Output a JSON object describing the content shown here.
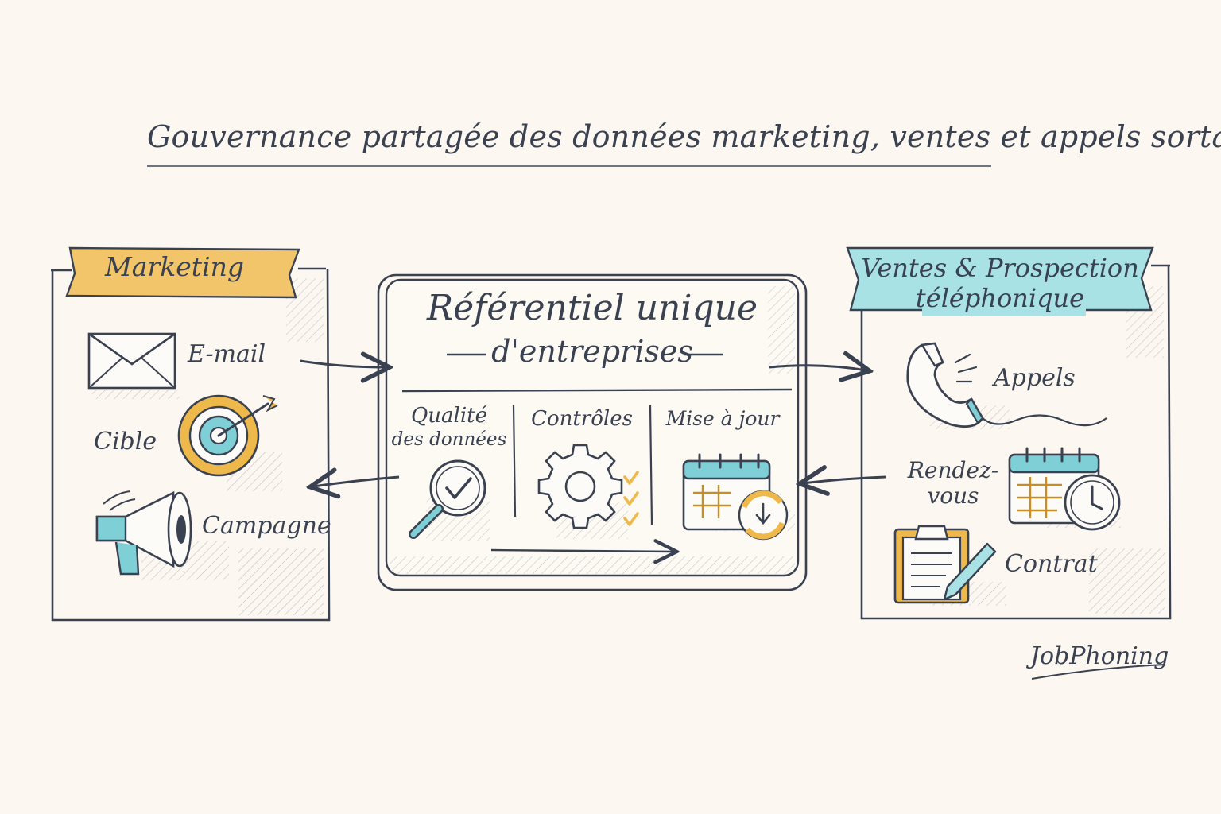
{
  "title": "Gouvernance partagée des données marketing, ventes et appels sortants",
  "marketing": {
    "title": "Marketing",
    "items": [
      {
        "label": "E-mail",
        "icon": "envelope-icon"
      },
      {
        "label": "Cible",
        "icon": "target-icon"
      },
      {
        "label": "Campagne",
        "icon": "megaphone-icon"
      }
    ]
  },
  "center": {
    "title": "Référentiel unique",
    "subtitle": "d'entreprises",
    "columns": [
      {
        "label_line1": "Qualité",
        "label_line2": "des données",
        "icon": "magnifier-check-icon"
      },
      {
        "label_line1": "Contrôles",
        "label_line2": "",
        "icon": "gear-checklist-icon"
      },
      {
        "label_line1": "Mise à jour",
        "label_line2": "",
        "icon": "calendar-sync-icon"
      }
    ]
  },
  "sales": {
    "title_line1": "Ventes & Prospection",
    "title_line2": "téléphonique",
    "items": [
      {
        "label": "Appels",
        "icon": "phone-icon"
      },
      {
        "label_line1": "Rendez-",
        "label_line2": "vous",
        "icon": "calendar-clock-icon"
      },
      {
        "label": "Contrat",
        "icon": "clipboard-pen-icon"
      }
    ]
  },
  "brand": "JobPhoning",
  "colors": {
    "ink": "#3a4150",
    "marketing_banner": "#f2c56a",
    "sales_banner": "#a9e2e4",
    "accent_yellow": "#eeb94a",
    "accent_teal": "#7ecfd6",
    "background": "#fcf7f0"
  }
}
